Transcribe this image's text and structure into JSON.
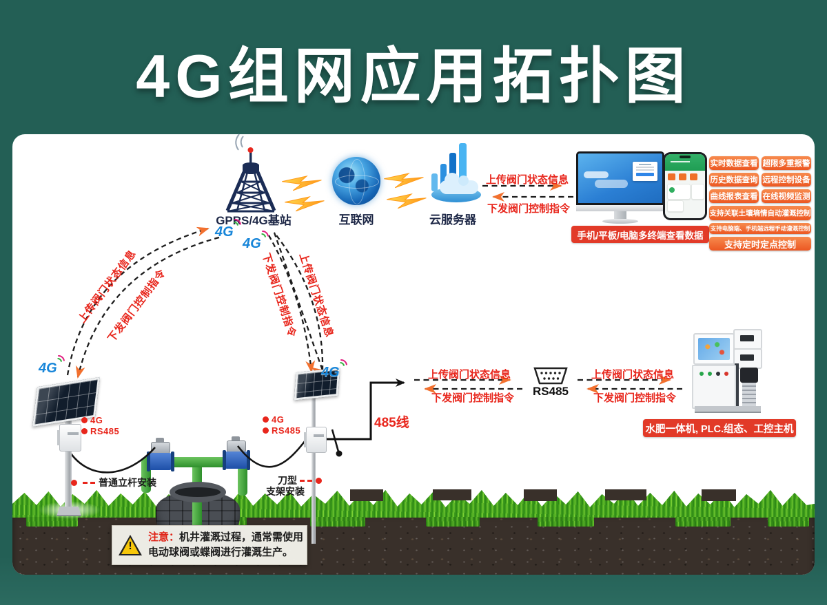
{
  "title": "4G组网应用拓扑图",
  "colors": {
    "background": "#235f55",
    "panel": "#ffffff",
    "accent_red": "#e8261c",
    "chip_orange": "#ee5a26",
    "banner_red": "#e23a28",
    "label_navy": "#1d2746",
    "pipe_green": "#3ca23c",
    "logo_blue": "#1886d9"
  },
  "nodes": {
    "base_station": "GPRS/4G基站",
    "internet": "互联网",
    "cloud_server": "云服务器"
  },
  "links": {
    "upload": "上传阀门状态信息",
    "download": "下发阀门控制指令",
    "rs485": "RS485",
    "wire485": "485线",
    "logo4g": "4G"
  },
  "terminals_caption": "手机/平板/电脑多终端查看数据",
  "machine_caption": "水肥一体机, PLC.组态、工控主机",
  "features": [
    "实时数据查看",
    "超限多重报警",
    "历史数据查询",
    "远程控制设备",
    "曲线报表查看",
    "在线视频监测",
    "支持关联土壤墒情自动灌溉控制",
    "支持电脑端、手机端远程手动灌溉控制",
    "支持定时定点控制"
  ],
  "stations": {
    "left": {
      "tag1": "4G",
      "tag2": "RS485",
      "install": "普通立杆安装"
    },
    "mid": {
      "tag1": "4G",
      "tag2": "RS485",
      "install_line1": "刀型",
      "install_line2": "支架安装"
    }
  },
  "notice": {
    "bang": "!",
    "prefix": "注意：",
    "line1": "机井灌溉过程，通常需使用",
    "line2": "电动球阀或蝶阀进行灌溉生产。"
  }
}
